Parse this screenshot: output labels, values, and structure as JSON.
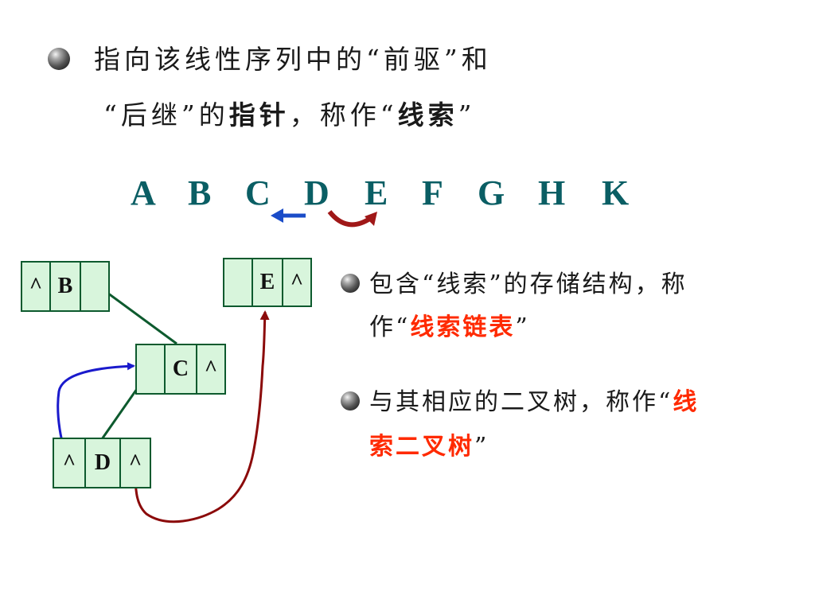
{
  "heading": {
    "line1": "指向该线性序列中的“前驱”和",
    "line2_part1": "“后继”的",
    "line2_bold1": "指针",
    "line2_part2": "，称作“",
    "line2_bold2": "线索",
    "line2_part3": "”"
  },
  "sequence": [
    "A",
    "B",
    "C",
    "D",
    "E",
    "F",
    "G",
    "H",
    "K"
  ],
  "nodes": {
    "b": [
      "^",
      "B",
      ""
    ],
    "e": [
      "",
      "E",
      "^"
    ],
    "c": [
      "",
      "C",
      "^"
    ],
    "d": [
      "^",
      "D",
      "^"
    ]
  },
  "points": {
    "p1_line1": "包含“线索”的存储结构，称",
    "p1_line2_pre": "作“",
    "p1_line2_red": "线索链表",
    "p1_line2_post": "”",
    "p2_line1_pre": "与其相应的二叉树，称作“",
    "p2_line1_red": "线",
    "p2_line2_red": "索二叉树",
    "p2_line2_post": "”"
  },
  "colors": {
    "sequence_text": "#0a5e64",
    "highlight_red": "#ff2a00",
    "node_fill": "#d8f5dc",
    "node_border": "#0d5a2e",
    "tree_edge": "#0d5a2e",
    "pred_thread_blue": "#1a1acc",
    "succ_thread_darkred": "#8b0a0a",
    "seq_arrow_blue": "#1a4cc8",
    "seq_arrow_darkred": "#a01818"
  },
  "icons": {
    "bullet": "sphere-bullet-icon"
  }
}
